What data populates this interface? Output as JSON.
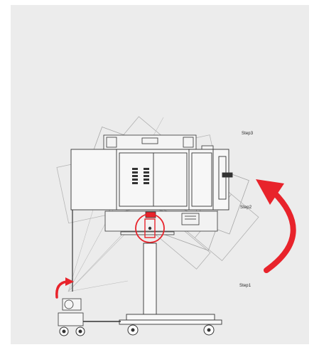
{
  "diagram": {
    "steps": [
      "Step3",
      "Step2",
      "Step1"
    ],
    "colors": {
      "background": "#ececec",
      "line": "#333333",
      "ghost": "#9a9a9a",
      "arrow": "#e8232b"
    },
    "icons": [
      "rotate-arrow-large",
      "rotate-arrow-small",
      "pivot-highlight-circle"
    ]
  }
}
